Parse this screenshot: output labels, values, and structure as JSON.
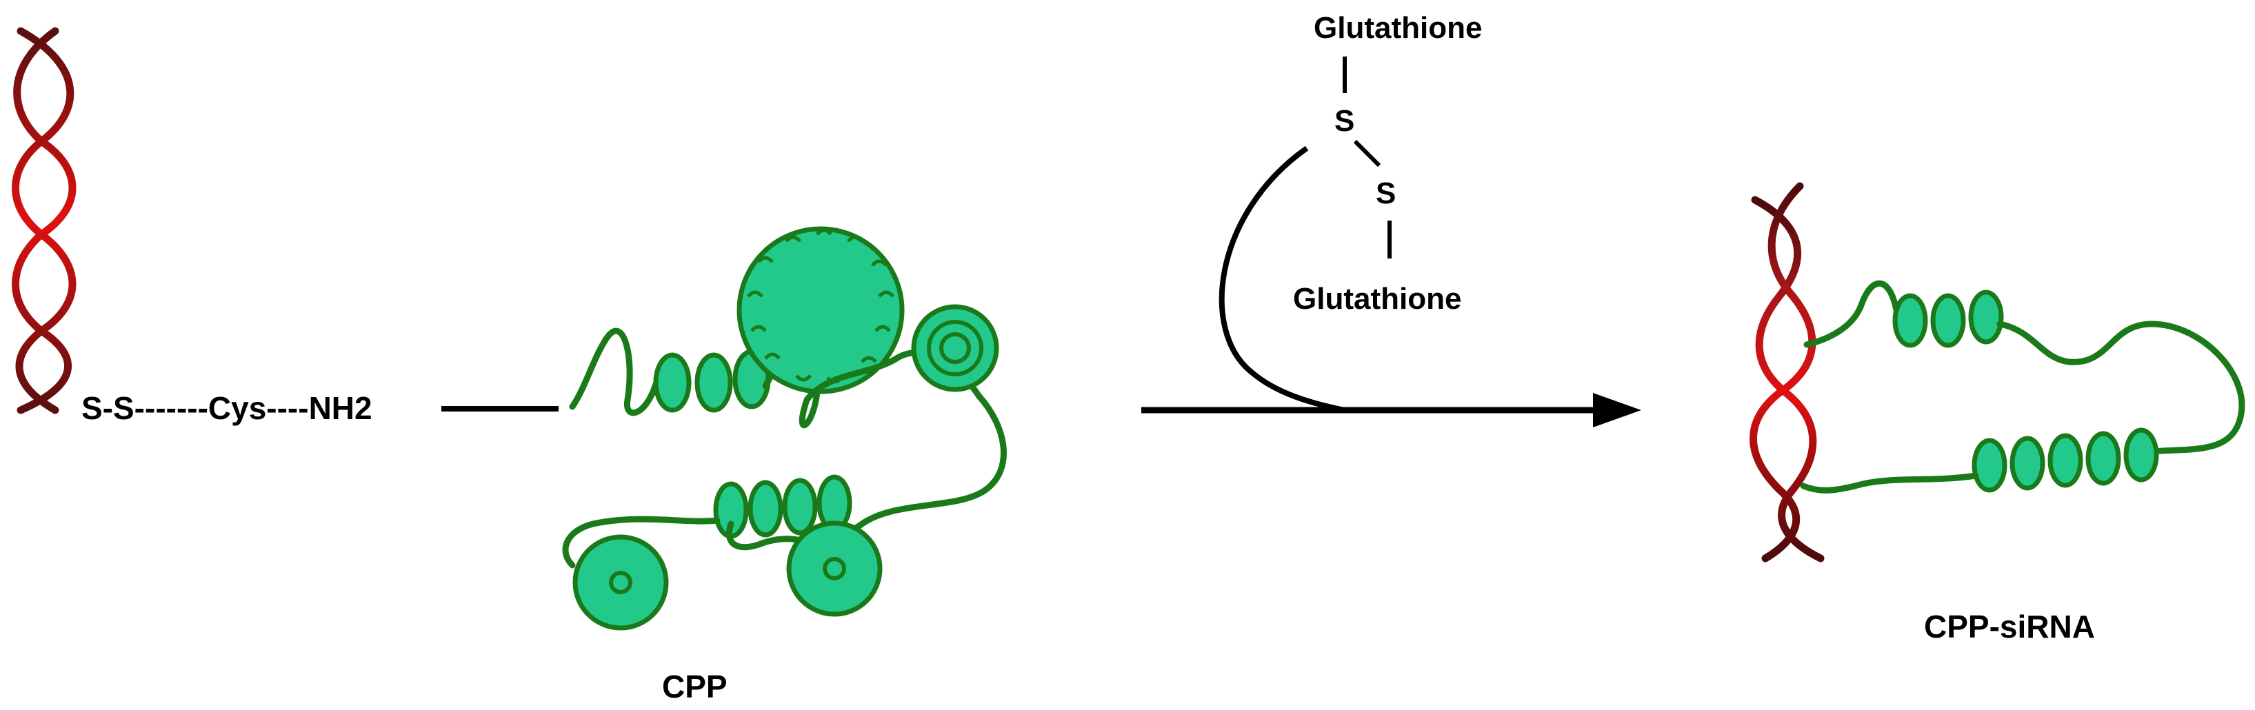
{
  "labels": {
    "linker": "S-S-------Cys----NH2",
    "cpp": "CPP",
    "glutathione_top": "Glutathione",
    "sulfur_1": "S",
    "sulfur_2": "S",
    "glutathione_bottom": "Glutathione",
    "product": "CPP-siRNA"
  },
  "colors": {
    "helix_light": "#e01010",
    "helix_dark": "#5a0f0f",
    "peptide_line": "#1a7a1a",
    "peptide_fill": "#22c98a",
    "arrow": "#000000"
  },
  "icons": {
    "sirna": "double-helix",
    "cpp": "coiled-peptide",
    "reaction": "right-arrow"
  }
}
